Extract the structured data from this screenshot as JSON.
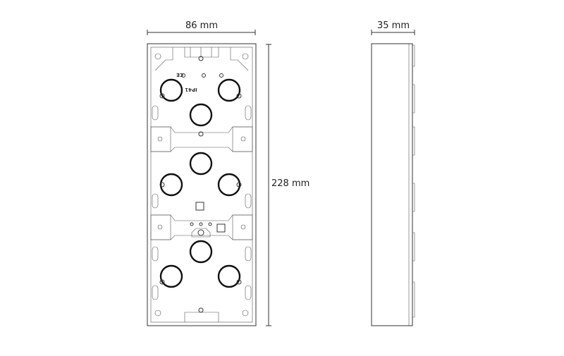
{
  "dimensions": {
    "front_width": "86 mm",
    "front_height": "228 mm",
    "side_depth": "35 mm"
  },
  "markings": {
    "ip_rating": "IP41",
    "ce": "CE"
  }
}
